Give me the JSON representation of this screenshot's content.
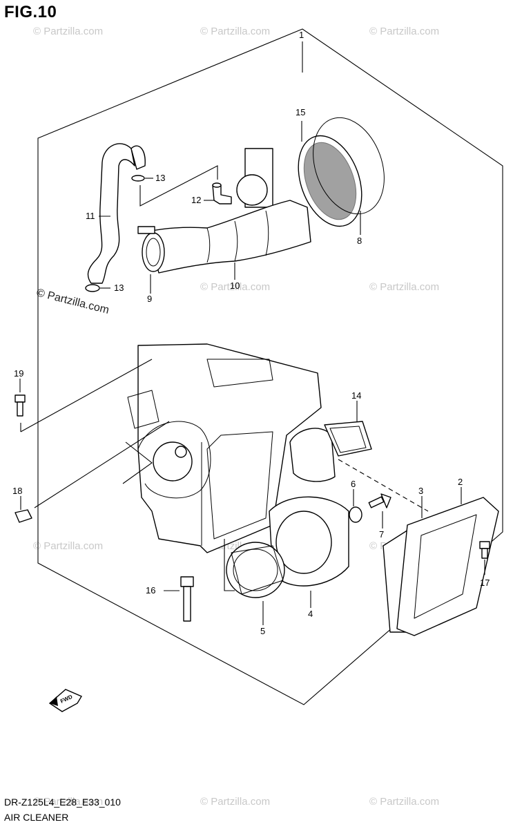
{
  "figure_title": "FIG.10",
  "footer": {
    "model_code": "DR-Z125L4_E28_E33_010",
    "assembly_name": "AIR CLEANER"
  },
  "watermark": {
    "text": "© Partzilla.com",
    "highlight_text": "© Partzilla.com"
  },
  "fwd_label": "FWD",
  "callouts": {
    "c1": "1",
    "c2": "2",
    "c3": "3",
    "c4": "4",
    "c5": "5",
    "c6": "6",
    "c7": "7",
    "c8": "8",
    "c9": "9",
    "c10": "10",
    "c11": "11",
    "c12": "12",
    "c13a": "13",
    "c13b": "13",
    "c14": "14",
    "c15": "15",
    "c16": "16",
    "c17": "17",
    "c18": "18",
    "c19": "19"
  }
}
